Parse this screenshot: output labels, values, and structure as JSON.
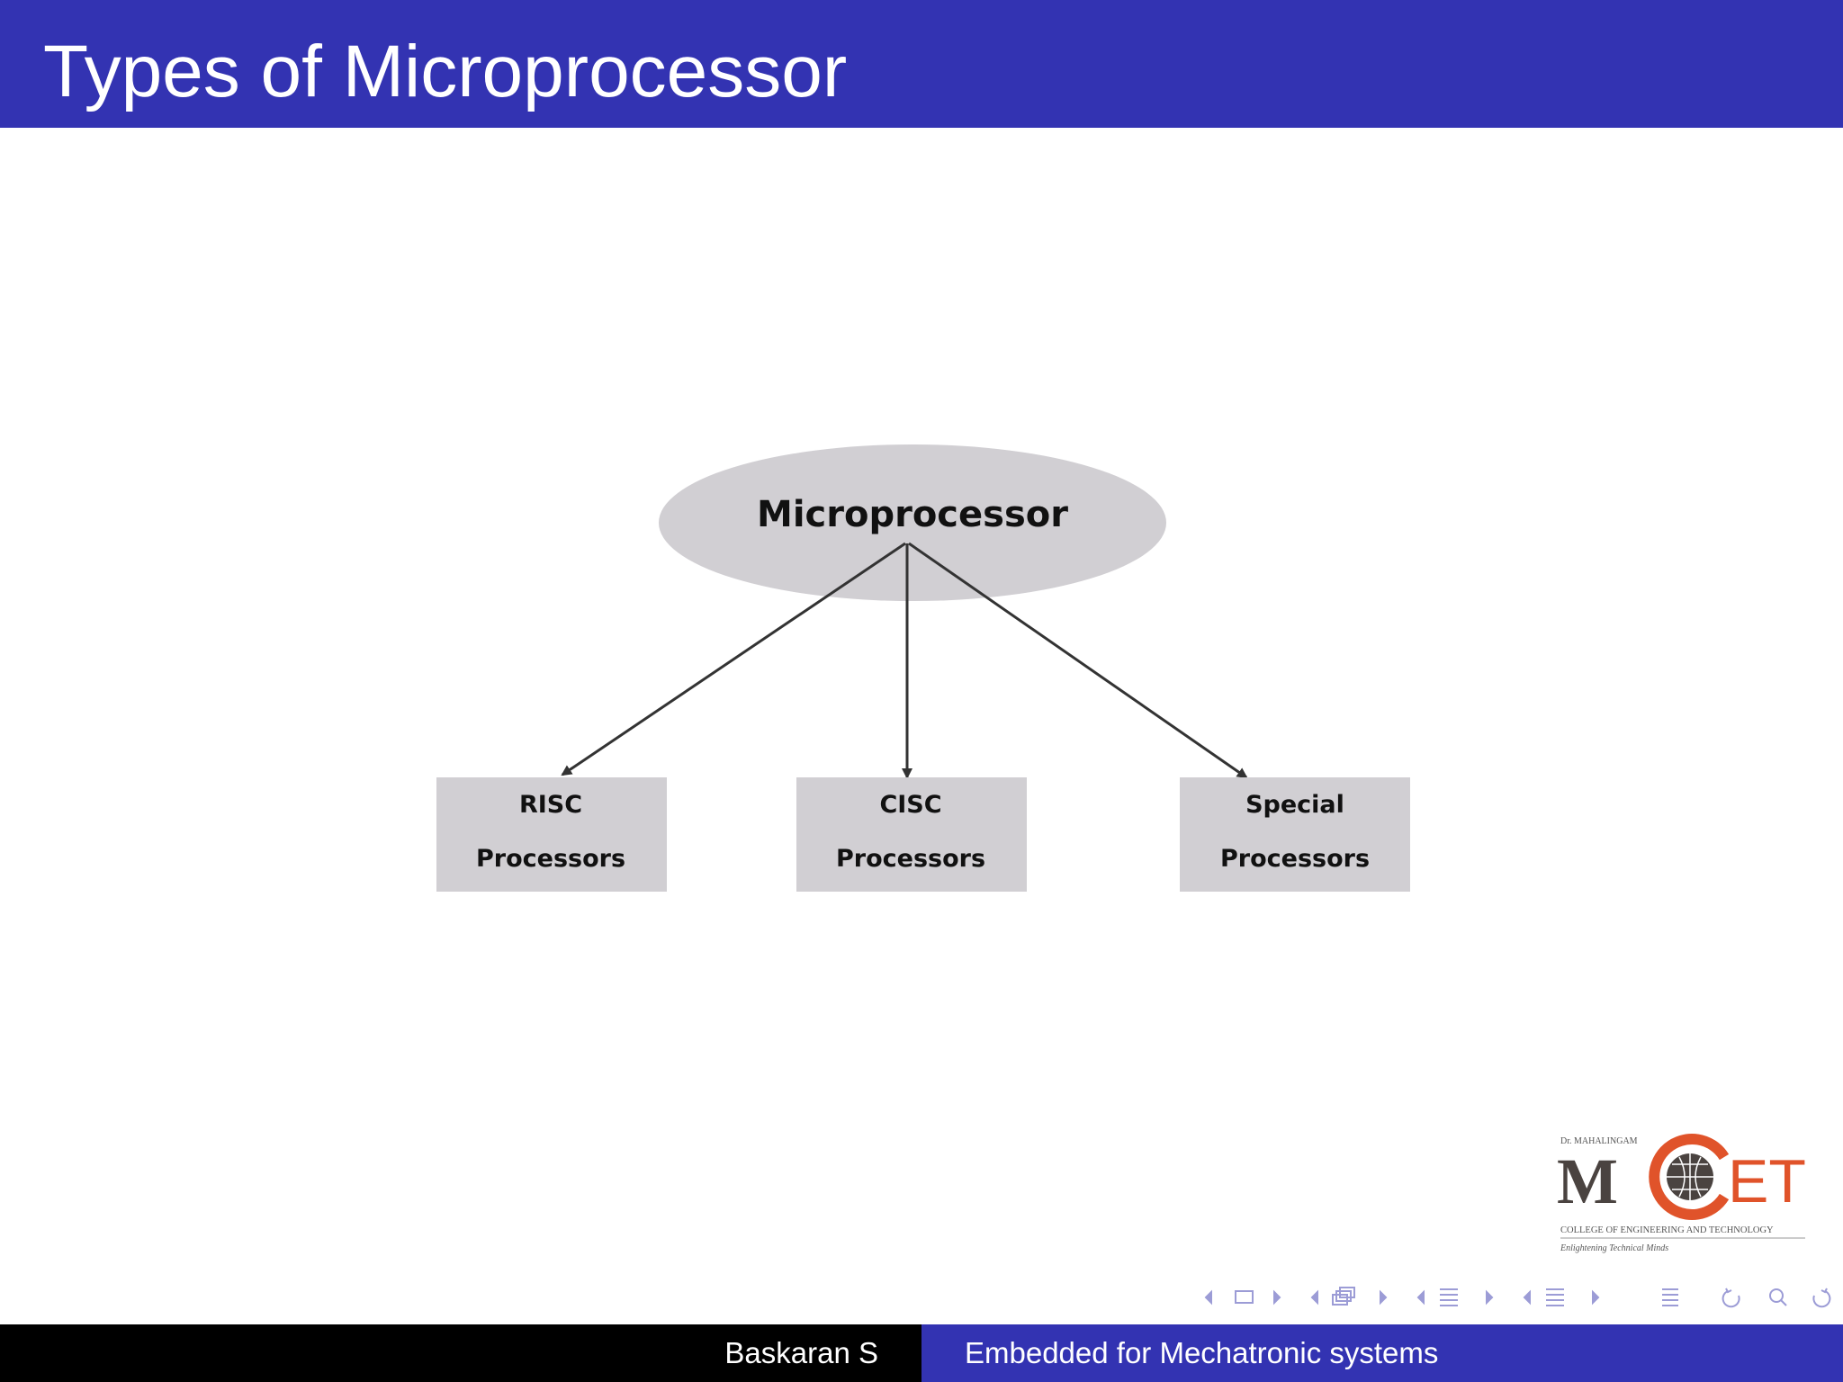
{
  "slide": {
    "title": "Types of Microprocessor"
  },
  "diagram": {
    "root": {
      "label": "Microprocessor"
    },
    "children": [
      {
        "line1": "RISC",
        "line2": "Processors"
      },
      {
        "line1": "CISC",
        "line2": "Processors"
      },
      {
        "line1": "Special",
        "line2": "Processors"
      }
    ]
  },
  "logo": {
    "top_text": "Dr. MAHALINGAM",
    "brand_left": "M",
    "brand_right": "ET",
    "college_line": "COLLEGE OF ENGINEERING AND TECHNOLOGY",
    "tagline": "Enlightening Technical Minds"
  },
  "footer": {
    "author": "Baskaran S",
    "course": "Embedded for Mechatronic systems"
  },
  "colors": {
    "header": "#3333b2",
    "node_fill": "#d1cfd3",
    "logo_accent": "#e0532a",
    "logo_dark": "#4a4340"
  },
  "icons": [
    "nav-prev-frame-icon",
    "nav-frame-icon",
    "nav-next-frame-icon",
    "nav-prev-subsection-icon",
    "nav-subsection-icon",
    "nav-next-subsection-icon",
    "nav-prev-section-icon",
    "nav-section-icon",
    "nav-next-section-icon",
    "nav-prev-toc-icon",
    "nav-toc-icon",
    "nav-next-toc-icon",
    "nav-list-icon",
    "nav-back-icon",
    "nav-search-icon",
    "nav-forward-icon"
  ]
}
